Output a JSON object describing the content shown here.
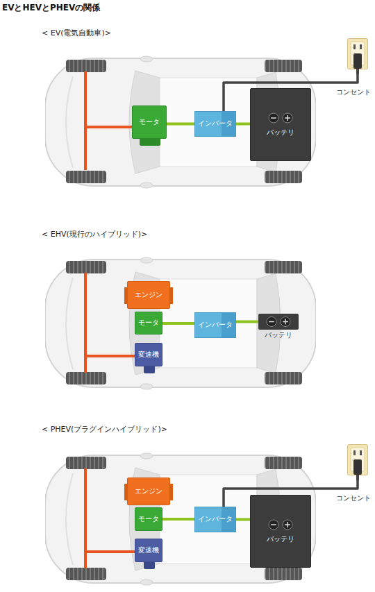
{
  "diagram": {
    "title": "EVとHEVとPHEVの関係",
    "nodes": [
      {
        "text": [
          "モータ"
        ]
      },
      {
        "text": [
          "インバータ"
        ]
      },
      {
        "text": [
          "バッテリ"
        ]
      },
      {
        "text": [
          "コンセント"
        ]
      },
      {
        "text": [
          "エンジン"
        ]
      },
      {
        "text": [
          "モータ"
        ]
      },
      {
        "text": [
          "変速機"
        ]
      },
      {
        "text": [
          "インバータ"
        ]
      },
      {
        "text": [
          "バッテリ"
        ]
      },
      {
        "text": [
          "エンジン"
        ]
      },
      {
        "text": [
          "モータ"
        ]
      },
      {
        "text": [
          "変速機"
        ]
      },
      {
        "text": [
          "インバータ"
        ]
      },
      {
        "text": [
          "バッテリ"
        ]
      },
      {
        "text": [
          "コンセント"
        ]
      }
    ],
    "edges": [
      {
        "from": 0,
        "to": 1,
        "arrow": "none"
      },
      {
        "from": 1,
        "to": 2,
        "arrow": "none"
      },
      {
        "from": 3,
        "to": 1,
        "arrow": "none"
      },
      {
        "from": 5,
        "to": 7,
        "arrow": "none"
      },
      {
        "from": 7,
        "to": 8,
        "arrow": "none"
      },
      {
        "from": 10,
        "to": 12,
        "arrow": "none"
      },
      {
        "from": 12,
        "to": 13,
        "arrow": "none"
      },
      {
        "from": 14,
        "to": 12,
        "arrow": "none"
      }
    ],
    "labels": [
      "< EV(電気自動車)>",
      "< EHV(現行のハイブリッド)>",
      "< PHEV(プラグインハイブリッド)>"
    ]
  }
}
